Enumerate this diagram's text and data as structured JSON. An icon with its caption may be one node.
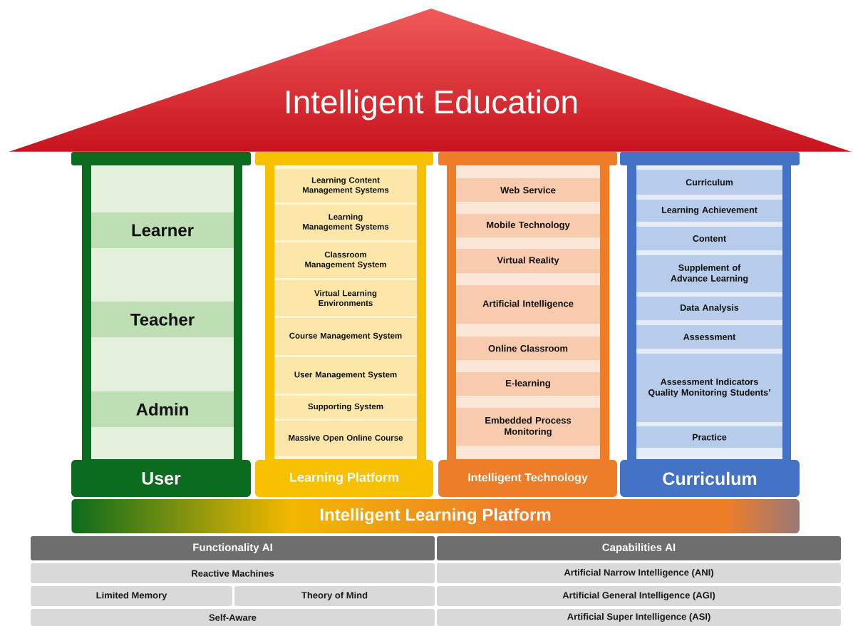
{
  "diagram": {
    "nodes": [
      {
        "text": [
          "Intelligent Education"
        ]
      },
      {
        "text": [
          "User"
        ]
      },
      {
        "text": [
          "Learner"
        ],
        "in": 1
      },
      {
        "text": [
          "Teacher"
        ],
        "in": 1
      },
      {
        "text": [
          "Admin"
        ],
        "in": 1
      },
      {
        "text": [
          "Learning Platform"
        ]
      },
      {
        "text": [
          "Learning Content Management Systems"
        ],
        "in": 5
      },
      {
        "text": [
          "Learning Management Systems"
        ],
        "in": 5
      },
      {
        "text": [
          "Classroom Management System"
        ],
        "in": 5
      },
      {
        "text": [
          "Virtual Learning Environments"
        ],
        "in": 5
      },
      {
        "text": [
          "Course Management System"
        ],
        "in": 5
      },
      {
        "text": [
          "User Management System"
        ],
        "in": 5
      },
      {
        "text": [
          "Supporting System"
        ],
        "in": 5
      },
      {
        "text": [
          "Massive Open Online Course"
        ],
        "in": 5
      },
      {
        "text": [
          "Intelligent Technology"
        ]
      },
      {
        "text": [
          "Web Service"
        ],
        "in": 14
      },
      {
        "text": [
          "Mobile Technology"
        ],
        "in": 14
      },
      {
        "text": [
          "Virtual Reality"
        ],
        "in": 14
      },
      {
        "text": [
          "Artificial Intelligence"
        ],
        "in": 14
      },
      {
        "text": [
          "Online Classroom"
        ],
        "in": 14
      },
      {
        "text": [
          "E-learning"
        ],
        "in": 14
      },
      {
        "text": [
          "Embedded Process Monitoring"
        ],
        "in": 14
      },
      {
        "text": [
          "Curriculum"
        ]
      },
      {
        "text": [
          "Curriculum"
        ],
        "in": 22
      },
      {
        "text": [
          "Learning Achievement"
        ],
        "in": 22
      },
      {
        "text": [
          "Content"
        ],
        "in": 22
      },
      {
        "text": [
          "Supplement of Advance Learning"
        ],
        "in": 22
      },
      {
        "text": [
          "Data Analysis"
        ],
        "in": 22
      },
      {
        "text": [
          "Assessment"
        ],
        "in": 22
      },
      {
        "text": [
          "Assessment Indicators Quality Monitoring Students’"
        ],
        "in": 22
      },
      {
        "text": [
          "Practice"
        ],
        "in": 22
      },
      {
        "text": [
          "Intelligent Learning Platform"
        ]
      },
      {
        "text": [
          "Functionality AI"
        ]
      },
      {
        "text": [
          "Capabilities AI"
        ]
      },
      {
        "text": [
          "Reactive Machines"
        ]
      },
      {
        "text": [
          "Artificial Narrow Intelligence (ANI)"
        ]
      },
      {
        "text": [
          "Limited Memory"
        ]
      },
      {
        "text": [
          "Theory of Mind"
        ]
      },
      {
        "text": [
          "Artificial General Intelligence (AGI)"
        ]
      },
      {
        "text": [
          "Self-Aware"
        ]
      },
      {
        "text": [
          "Artificial Super Intelligence (ASI)"
        ]
      }
    ]
  }
}
